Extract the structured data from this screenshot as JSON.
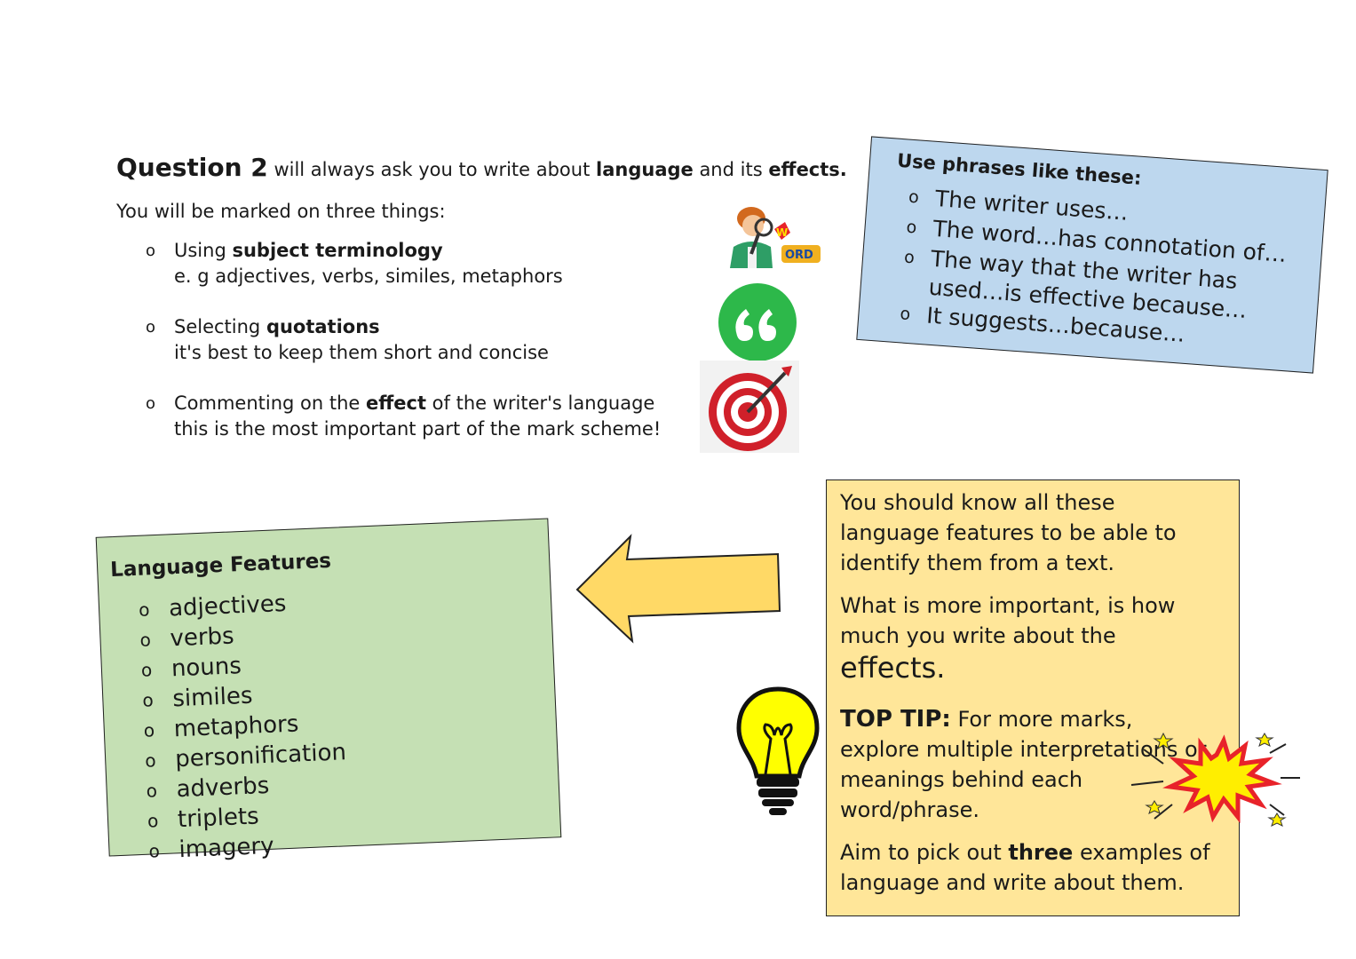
{
  "header": {
    "title_bold": "Question 2",
    "title_part1": " will always ask you to write about ",
    "title_bold2": "language",
    "title_part2": " and its ",
    "title_bold3": "effects."
  },
  "intro": "You will be marked on three things:",
  "points": [
    {
      "bullet": "o",
      "pre": "Using ",
      "bold": "subject terminology",
      "post": "",
      "sub": "e. g adjectives, verbs, similes, metaphors"
    },
    {
      "bullet": "o",
      "pre": "Selecting ",
      "bold": "quotations",
      "post": "",
      "sub": "it's best to keep them short and concise"
    },
    {
      "bullet": "o",
      "pre": "Commenting on the ",
      "bold": "effect",
      "post": " of the writer's language",
      "sub": "this is the most important part of the mark scheme!"
    }
  ],
  "phrases": {
    "title": "Use phrases like these:",
    "bullet": "o",
    "items": [
      "The writer uses…",
      "The word…has connotation of…",
      "The way that the writer has",
      "It suggests…because…"
    ],
    "continuation": "used…is effective because…"
  },
  "features": {
    "title": "Language Features",
    "bullet": "o",
    "items": [
      "adjectives",
      "verbs",
      "nouns",
      "similes",
      "metaphors",
      "personification",
      "adverbs",
      "triplets",
      "imagery"
    ]
  },
  "tip": {
    "p1": "You should know all these language features to be able to identify them from a text.",
    "p2": "What is more important, is how much you write about the",
    "p2_big": "effects.",
    "tip_label": "TOP TIP:",
    "tip_text": " For more marks, explore multiple interpretations or meanings behind each word/phrase.",
    "p4_pre": "Aim to pick out ",
    "p4_bold": "three",
    "p4_post": " examples of language and write about them."
  },
  "icons": {
    "detective": "detective-magnifier-icon",
    "quote": "quotation-marks-icon",
    "target": "target-dart-icon",
    "bulb": "lightbulb-icon",
    "burst": "explosion-burst-icon",
    "arrow": "arrow-left-icon"
  },
  "colors": {
    "blue_box": "#bdd7ee",
    "green_box": "#c5e0b4",
    "yellow_box": "#ffe699",
    "quote_green": "#2db84a",
    "target_red": "#d0202a",
    "arrow_yellow": "#ffd966",
    "bulb_yellow": "#ffff00"
  }
}
